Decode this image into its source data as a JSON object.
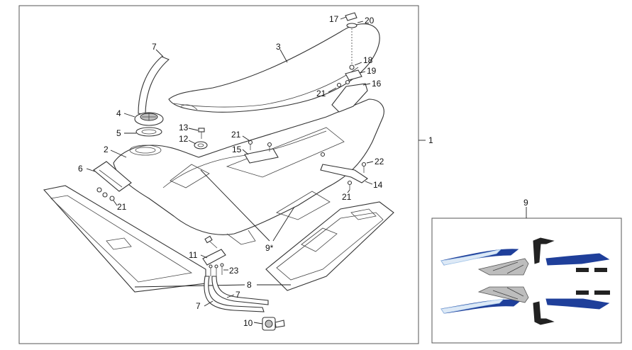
{
  "callouts": {
    "c1": "1",
    "c2": "2",
    "c3": "3",
    "c4": "4",
    "c5": "5",
    "c6": "6",
    "c7a": "7",
    "c7b": "7",
    "c7c": "7",
    "c8": "8",
    "c9": "9",
    "c9star": "9*",
    "c10": "10",
    "c11": "11",
    "c12": "12",
    "c13": "13",
    "c14": "14",
    "c15": "15",
    "c16": "16",
    "c17": "17",
    "c18": "18",
    "c19": "19",
    "c20": "20",
    "c21a": "21",
    "c21b": "21",
    "c21c": "21",
    "c21d": "21",
    "c22": "22",
    "c23": "23"
  },
  "colors": {
    "decal_blue": "#1f3f9a",
    "decal_light_blue": "#9fc3e8",
    "decal_grey": "#9a9a9a",
    "decal_dark": "#222222",
    "line": "#333333"
  }
}
